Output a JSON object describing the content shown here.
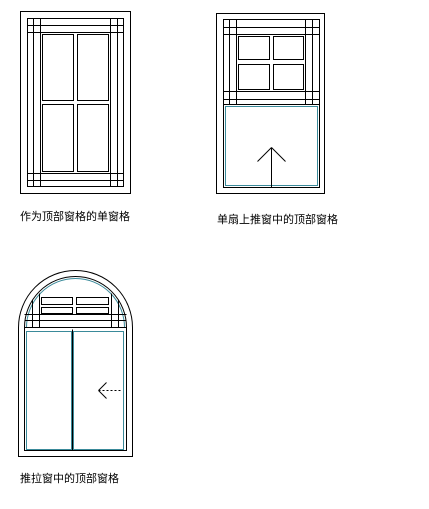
{
  "colors": {
    "line": "#000000",
    "glass": "#3a8a9a",
    "background": "#ffffff"
  },
  "windows": [
    {
      "caption": "作为顶部窗格的单窗格",
      "type": "single-pane-with-top-grille"
    },
    {
      "caption": "单扇上推窗中的顶部窗格",
      "type": "single-hung-with-top-grille",
      "operation": "up-arrow"
    },
    {
      "caption": "推拉窗中的顶部窗格",
      "type": "arched-sliding-with-top-grille",
      "operation": "left-arrow"
    }
  ]
}
